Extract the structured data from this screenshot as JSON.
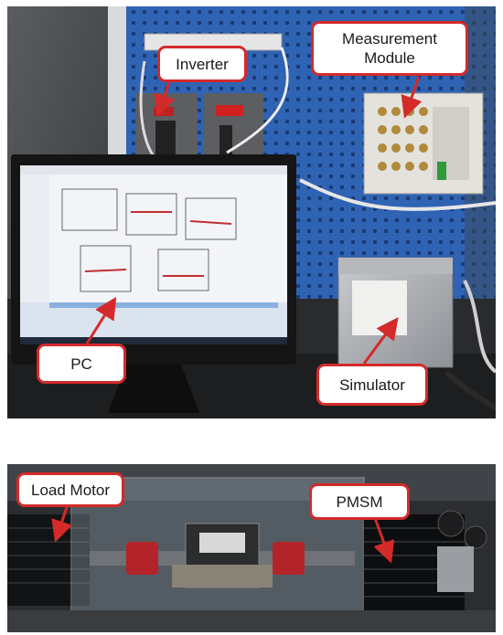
{
  "panels": [
    {
      "id": "top",
      "description": "test bench with inverter, measurement module, PC and simulator"
    },
    {
      "id": "bottom",
      "description": "load motor coupled to PMSM"
    }
  ],
  "labels": {
    "inverter": "Inverter",
    "measurement_module": "Measurement\nModule",
    "pc": "PC",
    "simulator": "Simulator",
    "load_motor": "Load Motor",
    "pmsm": "PMSM"
  },
  "colors": {
    "callout_border": "#d42a2a",
    "arrow": "#d42a2a",
    "pegboard": "#2f63b4",
    "wall": "#4a4c4f",
    "screen": "#f2f4f8"
  }
}
